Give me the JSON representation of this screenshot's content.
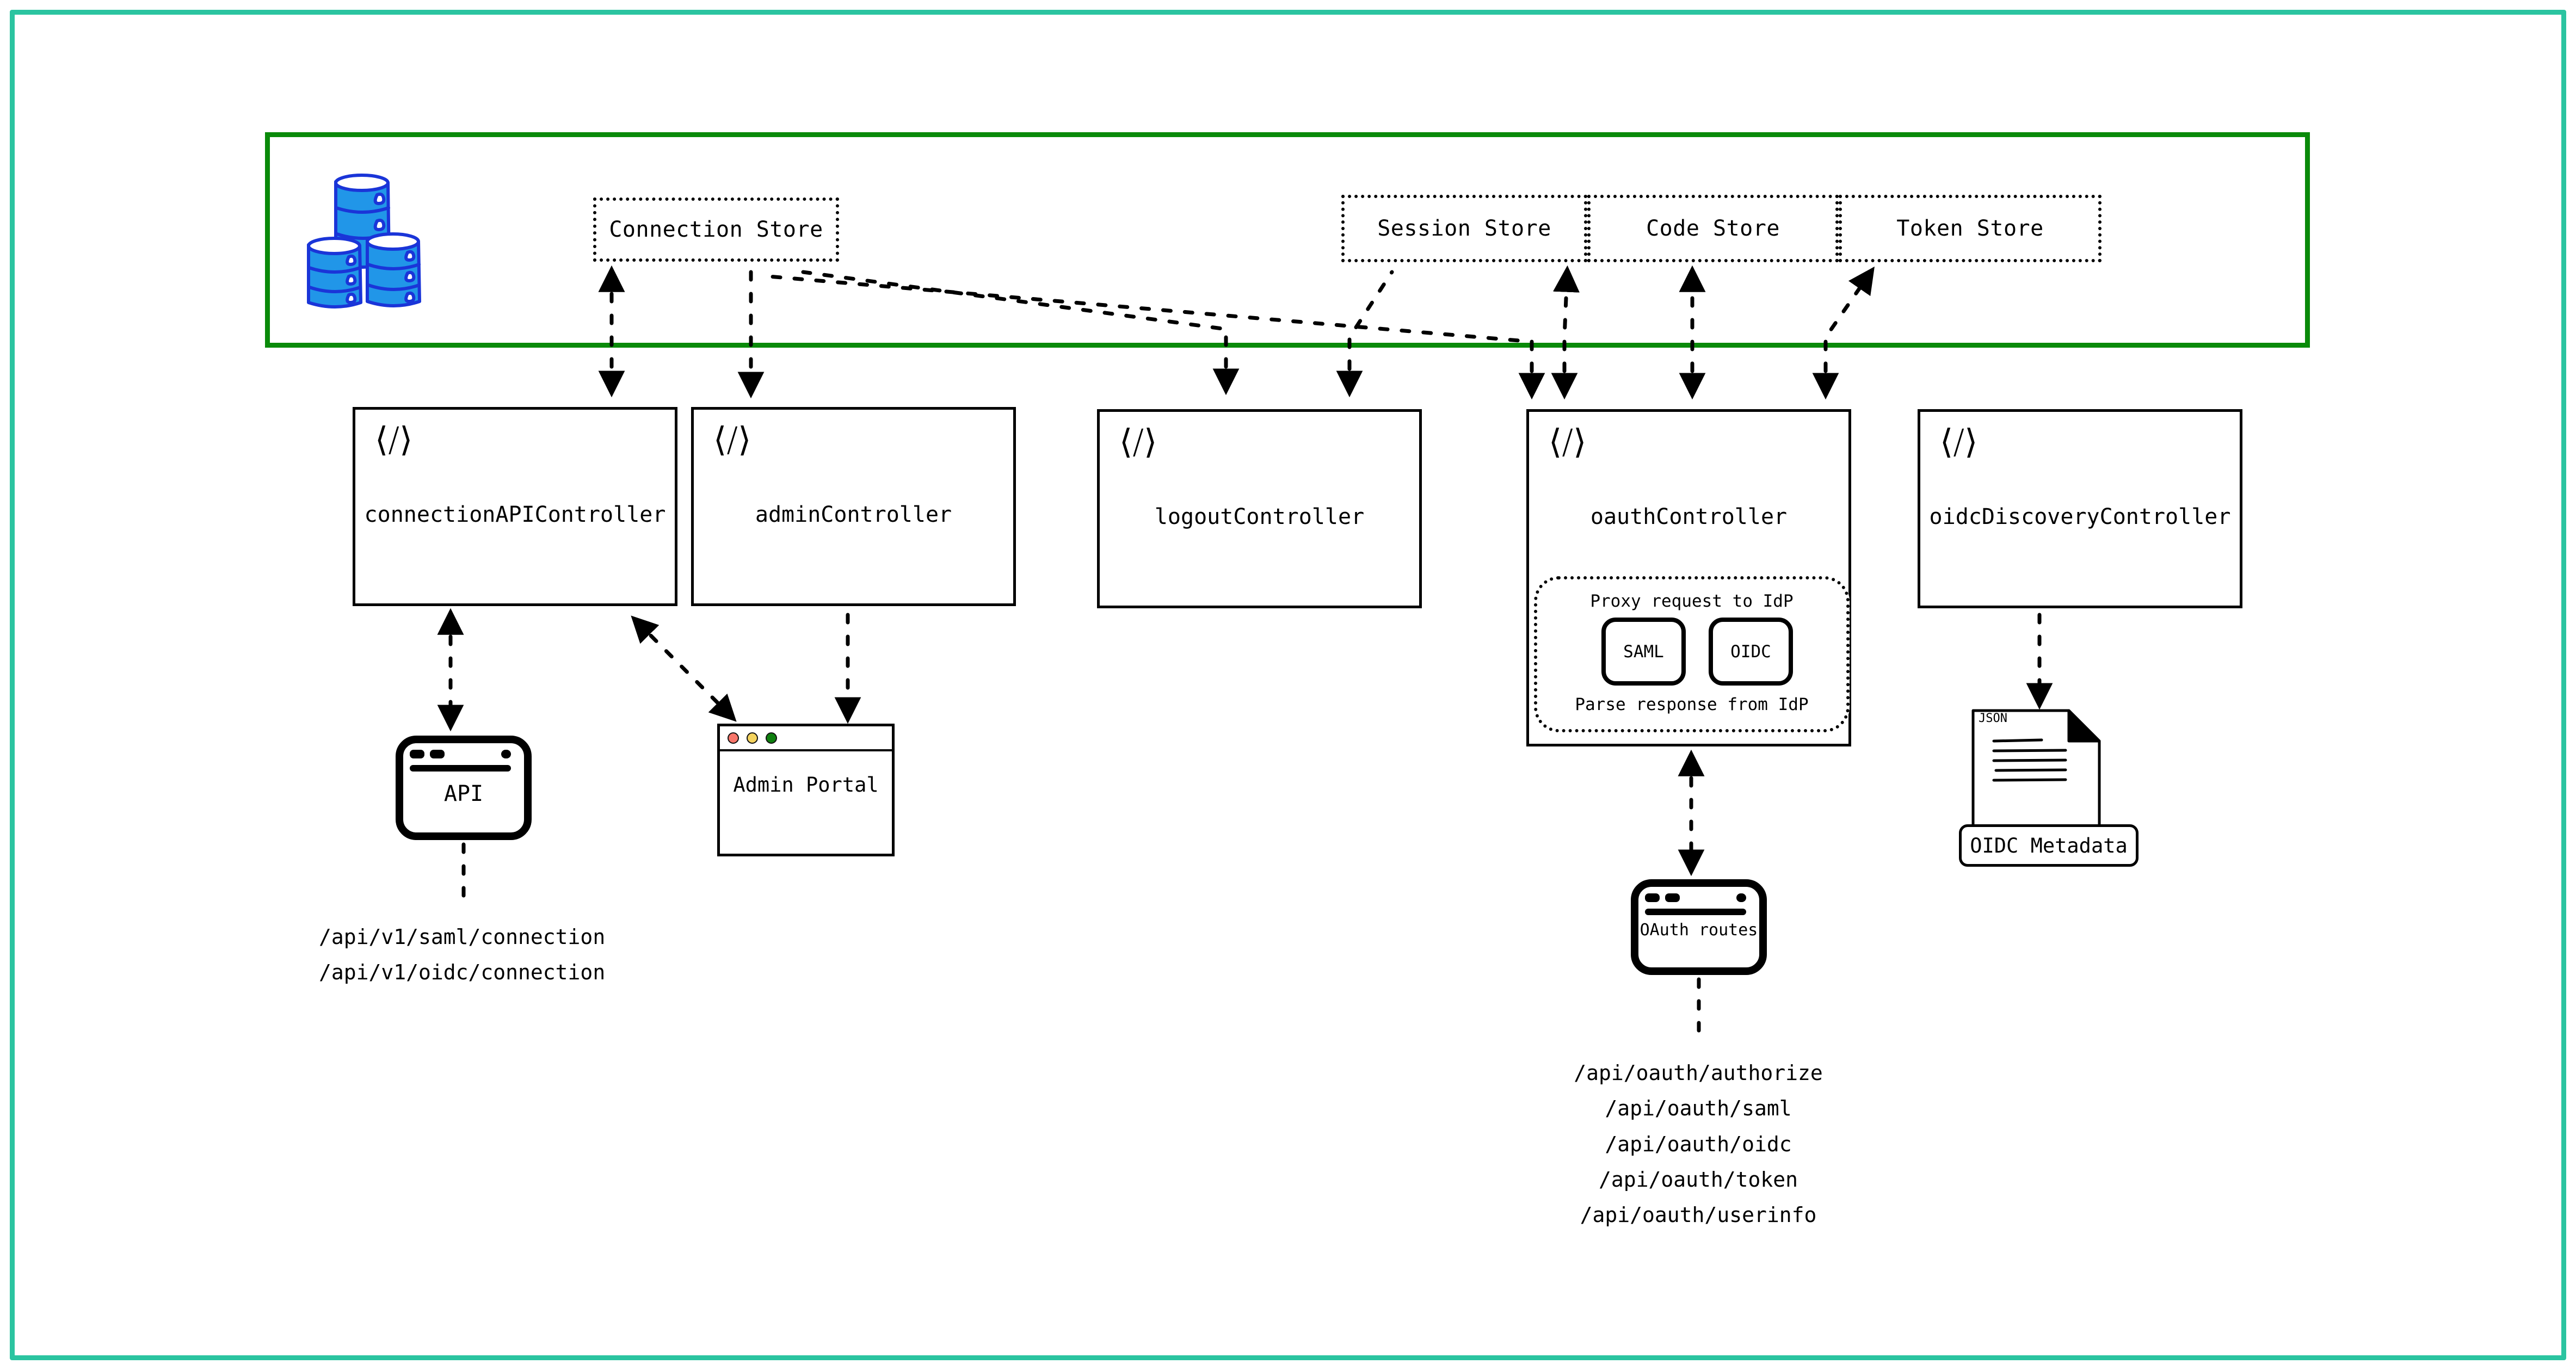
{
  "frame": {
    "accent_color": "#2BC4A0"
  },
  "storage": {
    "container_color": "#0A8A0A",
    "db_icon_name": "database-stack-icon",
    "db_fill": "#2196E8",
    "db_stroke": "#1A35D8",
    "stores": [
      {
        "label": "Connection Store"
      },
      {
        "label": "Session Store"
      },
      {
        "label": "Code Store"
      },
      {
        "label": "Token Store"
      }
    ]
  },
  "controllers": [
    {
      "label": "connectionAPIController",
      "icon": "code-icon"
    },
    {
      "label": "adminController",
      "icon": "code-icon"
    },
    {
      "label": "logoutController",
      "icon": "code-icon"
    },
    {
      "label": "oauthController",
      "icon": "code-icon"
    },
    {
      "label": "oidcDiscoveryController",
      "icon": "code-icon"
    }
  ],
  "idp_group": {
    "top_text": "Proxy request to IdP",
    "bottom_text": "Parse response from IdP",
    "protocols": [
      {
        "label": "SAML"
      },
      {
        "label": "OIDC"
      }
    ]
  },
  "nodes": {
    "api": {
      "label": "API",
      "icon": "browser-window-icon"
    },
    "admin_portal": {
      "label": "Admin Portal",
      "icon": "app-window-icon",
      "dots": [
        {
          "name": "close-dot",
          "color": "#F8766A"
        },
        {
          "name": "minimize-dot",
          "color": "#F4D35E"
        },
        {
          "name": "maximize-dot",
          "color": "#0E7F0E"
        }
      ]
    },
    "oauth_routes": {
      "label": "OAuth routes",
      "icon": "browser-window-icon"
    },
    "oidc_metadata": {
      "label": "OIDC Metadata",
      "doc_type": "JSON",
      "icon": "json-document-icon"
    }
  },
  "paths": {
    "connection_api": [
      "/api/v1/saml/connection",
      "/api/v1/oidc/connection"
    ],
    "oauth_routes": [
      "/api/oauth/authorize",
      "/api/oauth/saml",
      "/api/oauth/oidc",
      "/api/oauth/token",
      "/api/oauth/userinfo"
    ]
  }
}
